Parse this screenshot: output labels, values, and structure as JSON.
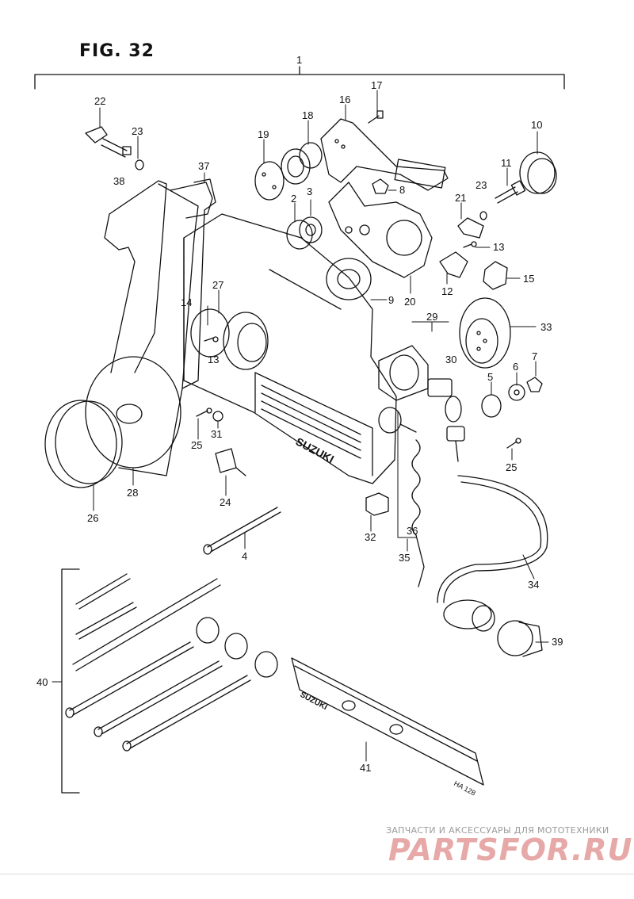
{
  "figure": {
    "title": "FIG. 32",
    "assembly_callout": "1"
  },
  "callouts": [
    {
      "id": "c22",
      "label": "22"
    },
    {
      "id": "c23a",
      "label": "23"
    },
    {
      "id": "c19",
      "label": "19"
    },
    {
      "id": "c18",
      "label": "18"
    },
    {
      "id": "c16",
      "label": "16"
    },
    {
      "id": "c17",
      "label": "17"
    },
    {
      "id": "c10",
      "label": "10"
    },
    {
      "id": "c37",
      "label": "37"
    },
    {
      "id": "c38",
      "label": "38"
    },
    {
      "id": "c2",
      "label": "2"
    },
    {
      "id": "c3",
      "label": "3"
    },
    {
      "id": "c8",
      "label": "8"
    },
    {
      "id": "c11",
      "label": "11"
    },
    {
      "id": "c23b",
      "label": "23"
    },
    {
      "id": "c21",
      "label": "21"
    },
    {
      "id": "c13a",
      "label": "13"
    },
    {
      "id": "c12",
      "label": "12"
    },
    {
      "id": "c15",
      "label": "15"
    },
    {
      "id": "c27",
      "label": "27"
    },
    {
      "id": "c14",
      "label": "14"
    },
    {
      "id": "c13b",
      "label": "13"
    },
    {
      "id": "c9",
      "label": "9"
    },
    {
      "id": "c20",
      "label": "20"
    },
    {
      "id": "c29",
      "label": "29"
    },
    {
      "id": "c33",
      "label": "33"
    },
    {
      "id": "c30",
      "label": "30"
    },
    {
      "id": "c5",
      "label": "5"
    },
    {
      "id": "c6",
      "label": "6"
    },
    {
      "id": "c7",
      "label": "7"
    },
    {
      "id": "c25a",
      "label": "25"
    },
    {
      "id": "c31",
      "label": "31"
    },
    {
      "id": "c25b",
      "label": "25"
    },
    {
      "id": "c24",
      "label": "24"
    },
    {
      "id": "c28",
      "label": "28"
    },
    {
      "id": "c26",
      "label": "26"
    },
    {
      "id": "c4",
      "label": "4"
    },
    {
      "id": "c32",
      "label": "32"
    },
    {
      "id": "c36",
      "label": "36"
    },
    {
      "id": "c35",
      "label": "35"
    },
    {
      "id": "c34",
      "label": "34"
    },
    {
      "id": "c39",
      "label": "39"
    },
    {
      "id": "c40",
      "label": "40"
    },
    {
      "id": "c41",
      "label": "41"
    }
  ],
  "part_markings": {
    "housing_logo": "SUZUKI",
    "plate_logo": "SUZUKI",
    "plate_code": "HA 128"
  },
  "watermark": {
    "subtitle": "ЗАПЧАСТИ И АКСЕССУАРЫ ДЛЯ МОТОТЕХНИКИ",
    "logo": "PARTSFOR.RU",
    "logo_color": "#e7a8a8"
  }
}
